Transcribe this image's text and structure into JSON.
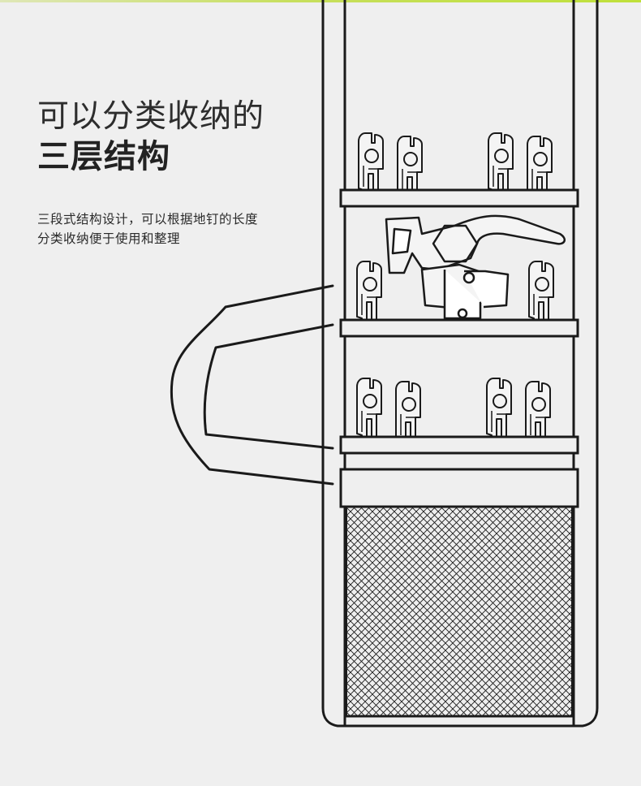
{
  "title": {
    "line1": "可以分类收纳的",
    "line2": "三层结构"
  },
  "description": {
    "line1": "三段式结构设计，可以根据地钉的长度",
    "line2": "分类收纳便于使用和整理"
  },
  "colors": {
    "background": "#efefef",
    "line": "#1a1a1a",
    "accent_strip": "#c7df5e"
  },
  "illustration": {
    "subject": "stake storage bag with three shelf tiers, hammer and mesh pocket",
    "icons": [
      "stake-icon",
      "hammer-icon",
      "mesh-pocket-icon",
      "handle-icon"
    ]
  }
}
